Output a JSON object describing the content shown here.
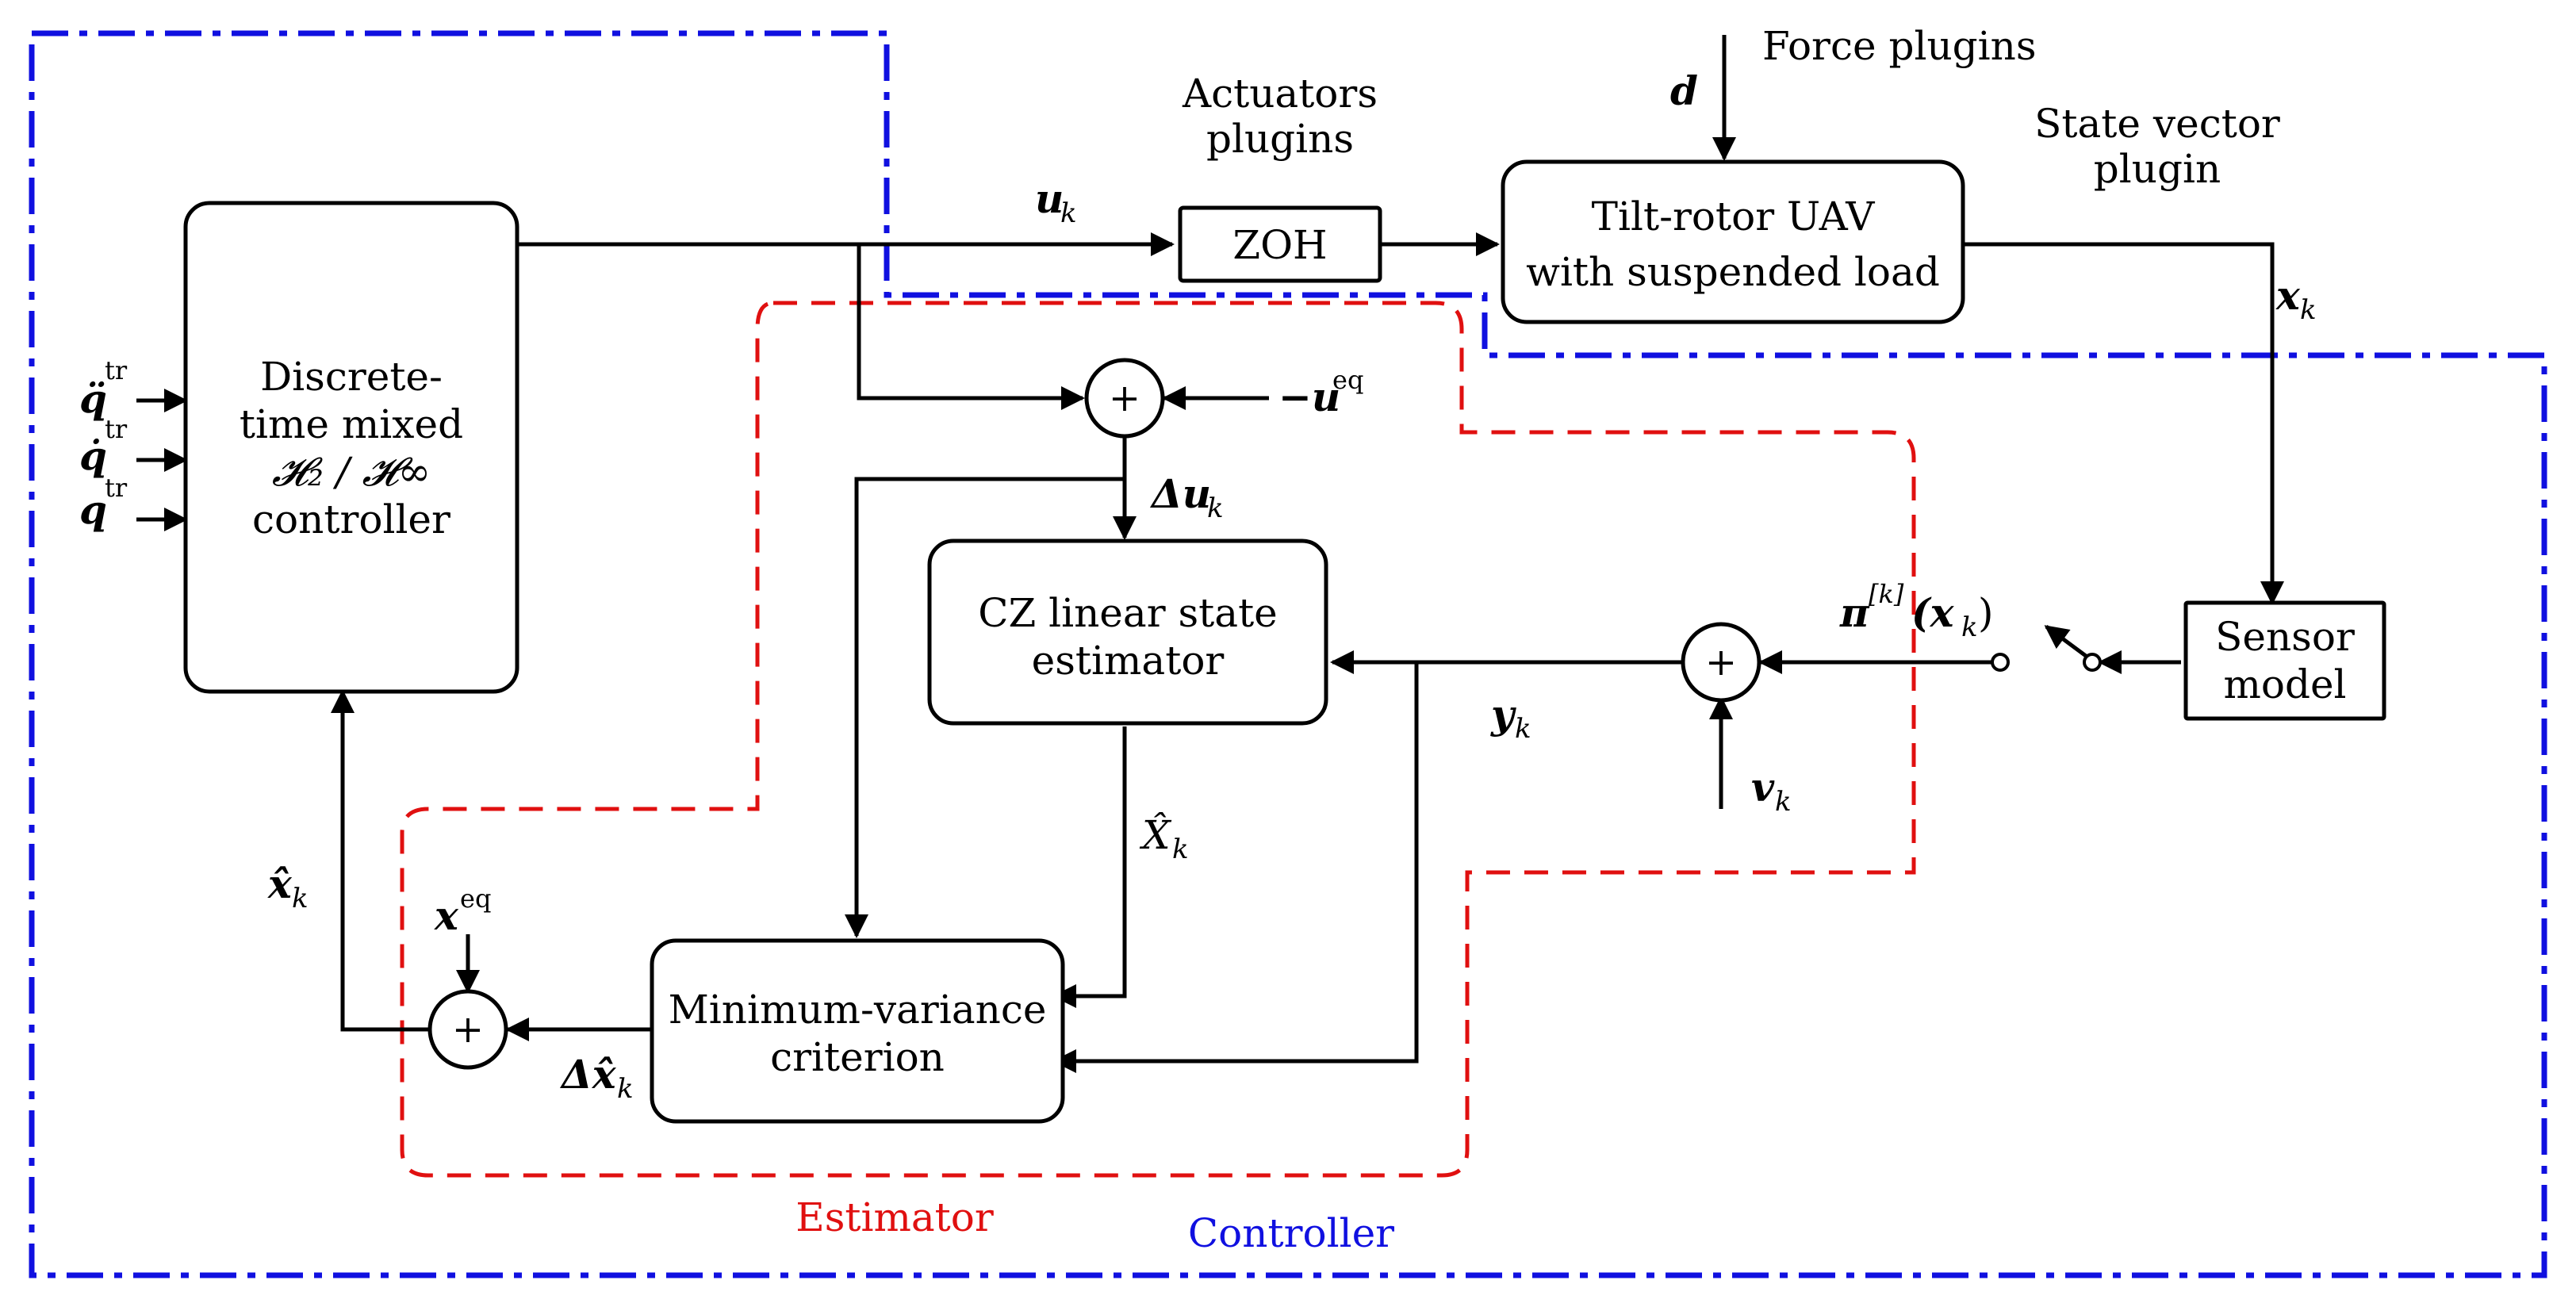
{
  "colors": {
    "controller": "#1010e0",
    "estimator": "#e01010",
    "line": "#000000"
  },
  "blocks": {
    "controller": [
      "Discrete-",
      "time mixed",
      "𝓗₂ / 𝓗∞",
      "controller"
    ],
    "zoh": "ZOH",
    "plant": [
      "Tilt-rotor UAV",
      "with suspended load"
    ],
    "estimator": [
      "CZ linear state",
      "estimator"
    ],
    "mvc": [
      "Minimum-variance",
      "criterion"
    ],
    "sensor": [
      "Sensor",
      "model"
    ]
  },
  "plugins": {
    "actuators": [
      "Actuators",
      "plugins"
    ],
    "force": "Force plugins",
    "state_vector": [
      "State vector",
      "plugin"
    ]
  },
  "signals": {
    "q_ddot": "q̈",
    "q_dot": "q̇",
    "q": "q",
    "tr_sup": "tr",
    "u_k": "u",
    "k_sub": "k",
    "d": "d",
    "x_k": "x",
    "minus_u_eq": "−u",
    "eq_sup": "eq",
    "delta_u_k": "Δu",
    "pi_k": "π",
    "pi_sup": "[k]",
    "pi_arg": "(x",
    "pi_close": ")",
    "y_k": "y",
    "v_k": "v",
    "x_hat_set": "X̂",
    "x_hat_k": "x̂",
    "x_eq": "x",
    "delta_x_hat_k": "Δx̂",
    "plus": "+"
  },
  "regions": {
    "estimator": "Estimator",
    "controller": "Controller"
  }
}
